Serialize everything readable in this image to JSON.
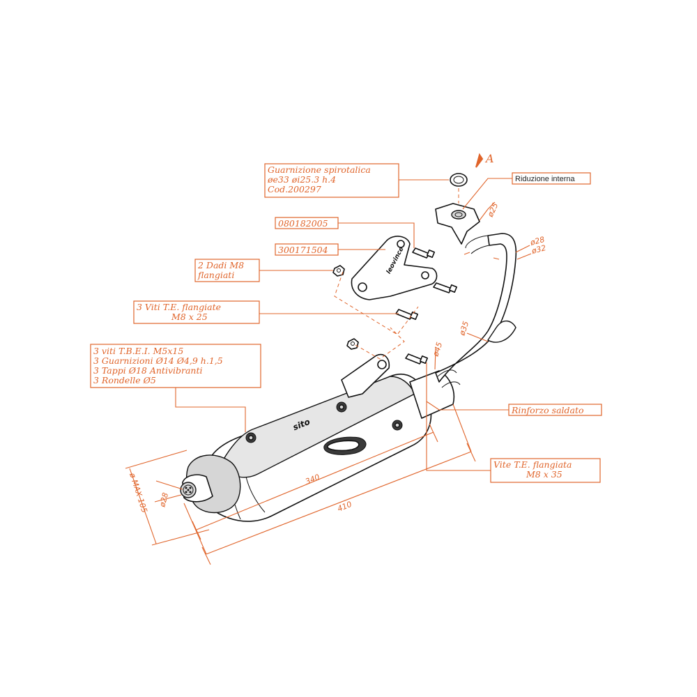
{
  "title_mark": "A",
  "labels": {
    "gasket": [
      "Guarnizione spirotalica",
      "øe33  øi25.3  h.4",
      "Cod.200297"
    ],
    "riduzione": "Riduzione interna",
    "code1": "080182005",
    "code2": "300171504",
    "dadi": [
      "2 Dadi M8",
      "flangiati"
    ],
    "viti": [
      "3 Viti T.E. flangiate",
      "M8 x 25"
    ],
    "kit": [
      "3 viti T.B.E.I. M5x15",
      "3 Guarnizioni Ø14 Ø4,9 h.1,5",
      "3 Tappi Ø18 Antivibranti",
      "3 Rondelle Ø5"
    ],
    "rinforzo": "Rinforzo saldato",
    "vite": [
      "Vite T.E. flangiata",
      "M8 x 35"
    ]
  },
  "dimensions": {
    "d25": "ø25",
    "d28": "ø28",
    "d32": "ø32",
    "d35": "ø35",
    "d45": "ø45",
    "d28_outlet": "ø28",
    "len340": "340",
    "len410": "410",
    "max105": "ø MAX 105"
  },
  "brand": {
    "logo": "sito",
    "bracket_logo": "leovince"
  },
  "colors": {
    "accent": "#e0642a",
    "line": "#111111"
  }
}
